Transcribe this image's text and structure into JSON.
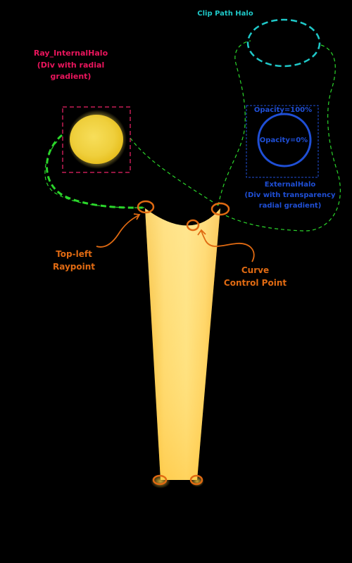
{
  "labels": {
    "clip_path_halo": "Clip Path Halo",
    "internal_halo_line1": "Ray_InternalHalo",
    "internal_halo_line2": "(Div with radial",
    "internal_halo_line3": "gradient)",
    "opacity_full": "Opacity=100%",
    "opacity_zero": "Opacity=0%",
    "external_halo_line1": "ExternalHalo",
    "external_halo_line2": "(Div with transparency",
    "external_halo_line3": "radial gradient)",
    "top_left_line1": "Top-left",
    "top_left_line2": "Raypoint",
    "curve_line1": "Curve",
    "curve_line2": "Control Point"
  },
  "colors": {
    "background": "#000000",
    "clip_path": "#1fc8c8",
    "internal_halo_text": "#e8155c",
    "internal_halo_box": "#c41e56",
    "external_halo": "#1f4fd6",
    "green_dash": "#2bd62b",
    "annotation_orange": "#e06a12",
    "ray_light": "#fff2a8",
    "ray_mid": "#ffd54a",
    "ray_dark": "#f0a800",
    "halo_fill": "#f4d84a"
  }
}
